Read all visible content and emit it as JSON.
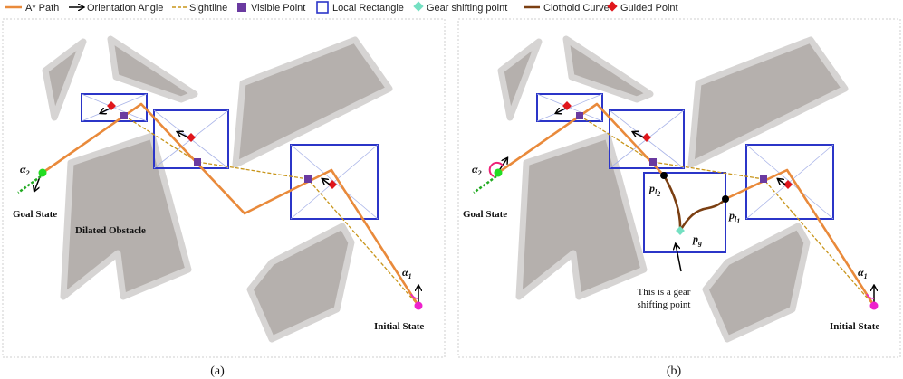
{
  "legend": {
    "items": [
      {
        "label": "A* Path",
        "symbol": "line-icon",
        "color": "#e98a3b"
      },
      {
        "label": "Orientation Angle",
        "symbol": "arrow-icon",
        "color": "#000000"
      },
      {
        "label": "Sightline",
        "symbol": "dashed-line-icon",
        "color": "#c8951a"
      },
      {
        "label": "Visible Point",
        "symbol": "square-icon",
        "color": "#6a3aa0"
      },
      {
        "label": "Local Rectangle",
        "symbol": "rectangle-icon",
        "color": "#2b35c8"
      },
      {
        "label": "Gear shifting point",
        "symbol": "diamond-icon",
        "color": "#74e0c2"
      },
      {
        "label": "Clothoid Curve",
        "symbol": "line-icon",
        "color": "#7b3f12"
      },
      {
        "label": "Guided Point",
        "symbol": "diamond-icon",
        "color": "#e0161c"
      }
    ]
  },
  "panel_a": {
    "caption": "(a)",
    "goal_label": "Goal State",
    "initial_label": "Initial State",
    "obstacle_label": "Dilated Obstacle",
    "alpha1": {
      "symbol": "α",
      "sub": "1"
    },
    "alpha2": {
      "symbol": "α",
      "sub": "2"
    }
  },
  "panel_b": {
    "caption": "(b)",
    "goal_label": "Goal State",
    "initial_label": "Initial State",
    "alpha1": {
      "symbol": "α",
      "sub": "1"
    },
    "alpha2": {
      "symbol": "α",
      "sub": "2"
    },
    "p1": {
      "symbol": "p",
      "sub": "l",
      "subsub": "1"
    },
    "p2": {
      "symbol": "p",
      "sub": "l",
      "subsub": "2"
    },
    "pg": {
      "symbol": "p",
      "sub": "g"
    },
    "note_line1": "This is a gear",
    "note_line2": "shifting point"
  },
  "colors": {
    "path": "#e98a3b",
    "sightline": "#c8951a",
    "visible": "#6a3aa0",
    "rect": "#2b35c8",
    "rect_diag": "#a9b4e8",
    "gear": "#74e0c2",
    "clothoid": "#7b3f12",
    "guided": "#e0161c",
    "obstacle_fill": "#b5b0ad",
    "obstacle_border": "#d6d4d3",
    "goal": "#22dd22",
    "initial": "#ee22cc"
  }
}
